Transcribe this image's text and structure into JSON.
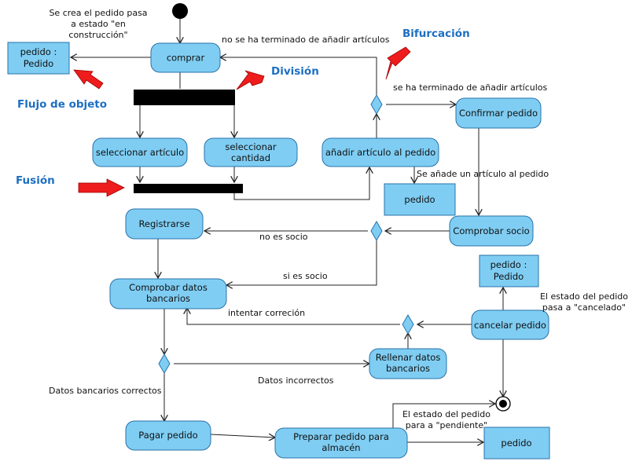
{
  "colors": {
    "node_fill": "#7fcdf3",
    "node_stroke": "#2a72a8",
    "line": "#222222",
    "bar": "#000000",
    "annotation_text": "#1d6fc2",
    "pointer_arrow": "#ee1c1c"
  },
  "nodes": {
    "comprar": "comprar",
    "seleccionar_articulo": "seleccionar artículo",
    "seleccionar_cantidad_1": "seleccionar",
    "seleccionar_cantidad_2": "cantidad",
    "anadir_articulo": "añadir artículo al pedido",
    "confirmar_pedido": "Confirmar pedido",
    "registrarse": "Registrarse",
    "comprobar_socio": "Comprobar socio",
    "comprobar_datos_1": "Comprobar datos",
    "comprobar_datos_2": "bancarios",
    "rellenar_datos_1": "Rellenar datos",
    "rellenar_datos_2": "bancarios",
    "cancelar_pedido": "cancelar pedido",
    "pagar_pedido": "Pagar pedido",
    "preparar_pedido_1": "Preparar pedido para",
    "preparar_pedido_2": "almacén"
  },
  "objects": {
    "pedido_top_1": "pedido :",
    "pedido_top_2": "Pedido",
    "pedido_mid": "pedido",
    "pedido_right_1": "pedido :",
    "pedido_right_2": "Pedido",
    "pedido_bottom": "pedido"
  },
  "labels": {
    "creado_1": "Se crea el pedido pasa",
    "creado_2": "a estado \"en",
    "creado_3": "construcción\"",
    "no_terminado": "no se ha terminado de añadir artículos",
    "terminado": "se ha terminado de añadir artículos",
    "se_anade": "Se añade un artículo al pedido",
    "no_socio": "no es socio",
    "si_socio": "si es socio",
    "intentar": "intentar correción",
    "cancelado_1": "El estado del pedido",
    "cancelado_2": "pasa a \"cancelado\"",
    "datos_incorrectos": "Datos incorrectos",
    "datos_correctos": "Datos bancarios correctos",
    "pendiente_1": "El estado del pedido",
    "pendiente_2": "para a \"pendiente\""
  },
  "annotations": {
    "bifurcacion": "Bifurcación",
    "division": "División",
    "flujo_objeto": "Flujo de objeto",
    "fusion": "Fusión"
  }
}
